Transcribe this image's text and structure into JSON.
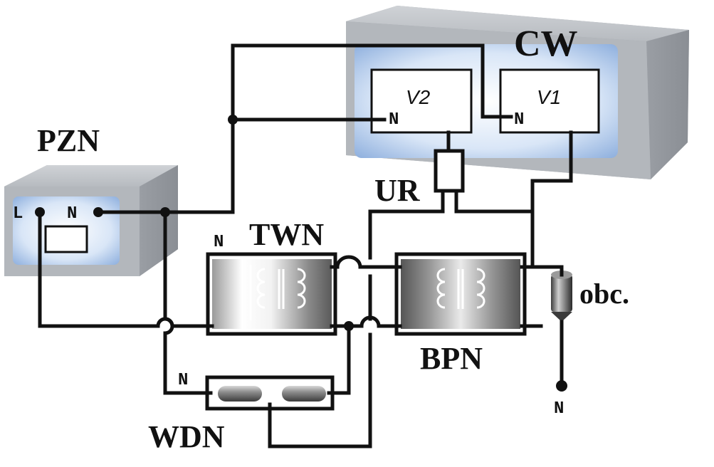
{
  "labels": {
    "cw": "CW",
    "v1": "V1",
    "v2": "V2",
    "n_v1": "N",
    "n_v2": "N",
    "pzn": "PZN",
    "pzn_l": "L",
    "pzn_n": "N",
    "twn": "TWN",
    "twn_n": "N",
    "bpn": "BPN",
    "ur": "UR",
    "obc": "obc.",
    "wdn": "WDN",
    "wdn_n": "N",
    "ground_n": "N"
  }
}
